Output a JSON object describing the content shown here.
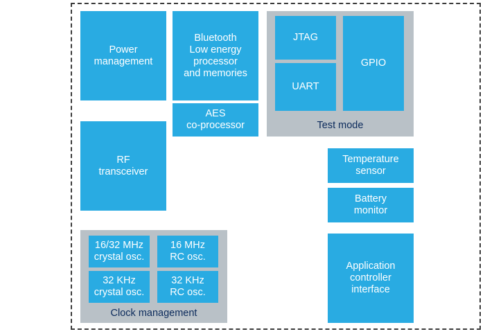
{
  "blocks": {
    "power_management": "Power\nmanagement",
    "bluetooth_processor": "Bluetooth\nLow energy\nprocessor\nand memories",
    "aes_coprocessor": "AES\nco-processor",
    "rf_transceiver": "RF\ntransceiver",
    "temperature_sensor": "Temperature\nsensor",
    "battery_monitor": "Battery\nmonitor",
    "application_controller": "Application\ncontroller\ninterface"
  },
  "test_mode": {
    "label": "Test mode",
    "jtag": "JTAG",
    "uart": "UART",
    "gpio": "GPIO"
  },
  "clock_management": {
    "label": "Clock management",
    "crystal_16_32": "16/32 MHz\ncrystal osc.",
    "rc_16": "16 MHz\nRC osc.",
    "crystal_32k": "32 KHz\ncrystal osc.",
    "rc_32k": "32 KHz\nRC osc."
  },
  "colors": {
    "block": "#29abe2",
    "group": "#b9c1c7",
    "group_label": "#0b2a5b",
    "frame": "#3a3a3a"
  }
}
